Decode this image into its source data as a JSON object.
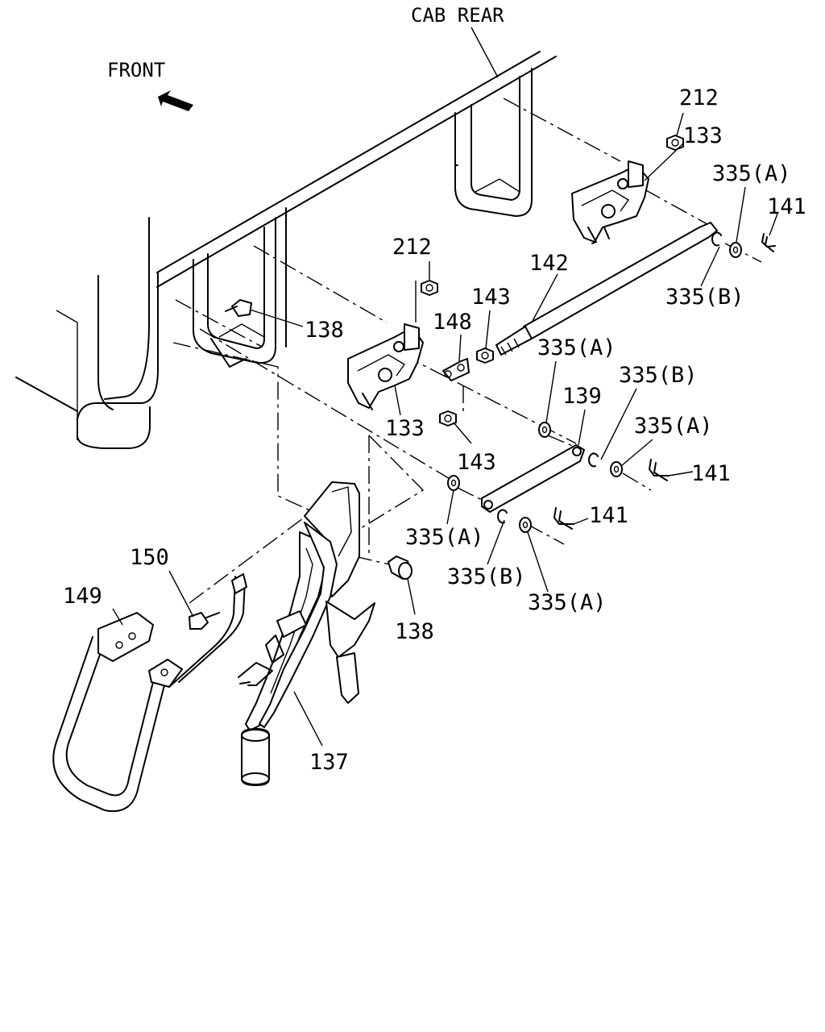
{
  "header": {
    "cab_rear_label": "CAB REAR",
    "front_label": "FRONT"
  },
  "callouts": {
    "p212_top": "212",
    "p133_top": "133",
    "p335a_1": "335(A)",
    "p141_1": "141",
    "p212_mid": "212",
    "p142": "142",
    "p335b_1": "335(B)",
    "p138_top": "138",
    "p148": "148",
    "p143_top": "143",
    "p335a_2": "335(A)",
    "p139": "139",
    "p335b_2": "335(B)",
    "p133_mid": "133",
    "p335a_3": "335(A)",
    "p143_low": "143",
    "p141_2": "141",
    "p335a_4": "335(A)",
    "p141_3": "141",
    "p150": "150",
    "p149": "149",
    "p335b_3": "335(B)",
    "p335a_5": "335(A)",
    "p138_low": "138",
    "p137": "137"
  },
  "colors": {
    "line": "#000000",
    "background": "#ffffff"
  },
  "icons": {
    "direction": "front-arrow-icon"
  }
}
